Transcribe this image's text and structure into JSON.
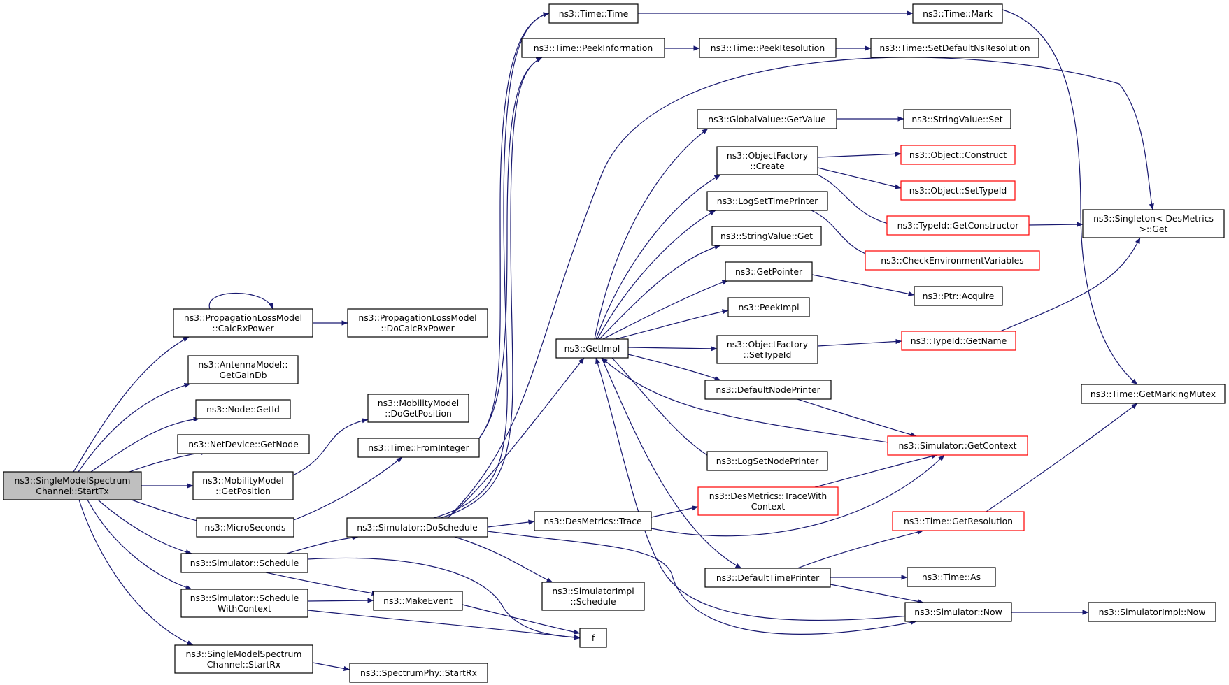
{
  "colors": {
    "edge": "#191970",
    "node_border": "#000000",
    "node_border_incomplete": "#ff0000",
    "root_fill": "#bfbfbf",
    "node_fill": "#ffffff"
  },
  "nodes": {
    "starttx": {
      "lines": [
        "ns3::SingleModelSpectrum",
        "Channel::StartTx"
      ],
      "root": true
    },
    "calcrx": {
      "lines": [
        "ns3::PropagationLossModel",
        "::CalcRxPower"
      ]
    },
    "docalcrx": {
      "lines": [
        "ns3::PropagationLossModel",
        "::DoCalcRxPower"
      ]
    },
    "gaindb": {
      "lines": [
        "ns3::AntennaModel::",
        "GetGainDb"
      ]
    },
    "nodegetid": {
      "lines": [
        "ns3::Node::GetId"
      ]
    },
    "netgetnode": {
      "lines": [
        "ns3::NetDevice::GetNode"
      ]
    },
    "getposition": {
      "lines": [
        "ns3::MobilityModel",
        "::GetPosition"
      ]
    },
    "dogetposition": {
      "lines": [
        "ns3::MobilityModel",
        "::DoGetPosition"
      ]
    },
    "microseconds": {
      "lines": [
        "ns3::MicroSeconds"
      ]
    },
    "frominteger": {
      "lines": [
        "ns3::Time::FromInteger"
      ]
    },
    "schedule": {
      "lines": [
        "ns3::Simulator::Schedule"
      ]
    },
    "schedulectx": {
      "lines": [
        "ns3::Simulator::Schedule",
        "WithContext"
      ]
    },
    "startrx": {
      "lines": [
        "ns3::SingleModelSpectrum",
        "Channel::StartRx"
      ]
    },
    "spectrumstartrx": {
      "lines": [
        "ns3::SpectrumPhy::StartRx"
      ]
    },
    "doschedule": {
      "lines": [
        "ns3::Simulator::DoSchedule"
      ]
    },
    "makeevent": {
      "lines": [
        "ns3::MakeEvent"
      ]
    },
    "f": {
      "lines": [
        "f"
      ]
    },
    "implschedule": {
      "lines": [
        "ns3::SimulatorImpl",
        "::Schedule"
      ]
    },
    "dmtrace": {
      "lines": [
        "ns3::DesMetrics::Trace"
      ]
    },
    "getimpl": {
      "lines": [
        "ns3::GetImpl"
      ]
    },
    "timetime": {
      "lines": [
        "ns3::Time::Time"
      ]
    },
    "peekinfo": {
      "lines": [
        "ns3::Time::PeekInformation"
      ]
    },
    "peekres": {
      "lines": [
        "ns3::Time::PeekResolution"
      ]
    },
    "setdefns": {
      "lines": [
        "ns3::Time::SetDefaultNsResolution"
      ]
    },
    "mark": {
      "lines": [
        "ns3::Time::Mark"
      ]
    },
    "gvgetvalue": {
      "lines": [
        "ns3::GlobalValue::GetValue"
      ]
    },
    "svset": {
      "lines": [
        "ns3::StringValue::Set"
      ]
    },
    "ofcreate": {
      "lines": [
        "ns3::ObjectFactory",
        "::Create"
      ]
    },
    "objconstruct": {
      "lines": [
        "ns3::Object::Construct"
      ],
      "incomplete": true
    },
    "objsettypeid": {
      "lines": [
        "ns3::Object::SetTypeId"
      ],
      "incomplete": true
    },
    "getconstructor": {
      "lines": [
        "ns3::TypeId::GetConstructor"
      ],
      "incomplete": true
    },
    "logsettime": {
      "lines": [
        "ns3::LogSetTimePrinter"
      ]
    },
    "checkenv": {
      "lines": [
        "ns3::CheckEnvironmentVariables"
      ],
      "incomplete": true
    },
    "svget": {
      "lines": [
        "ns3::StringValue::Get"
      ]
    },
    "getpointer": {
      "lines": [
        "ns3::GetPointer"
      ]
    },
    "ptracquire": {
      "lines": [
        "ns3::Ptr::Acquire"
      ]
    },
    "peekimpl": {
      "lines": [
        "ns3::PeekImpl"
      ]
    },
    "ofsettypeid": {
      "lines": [
        "ns3::ObjectFactory",
        "::SetTypeId"
      ]
    },
    "typeidgetname": {
      "lines": [
        "ns3::TypeId::GetName"
      ],
      "incomplete": true
    },
    "defnodeprinter": {
      "lines": [
        "ns3::DefaultNodePrinter"
      ]
    },
    "getcontext": {
      "lines": [
        "ns3::Simulator::GetContext"
      ],
      "incomplete": true
    },
    "logsetnode": {
      "lines": [
        "ns3::LogSetNodePrinter"
      ]
    },
    "tracewithctx": {
      "lines": [
        "ns3::DesMetrics::TraceWith",
        "Context"
      ],
      "incomplete": true
    },
    "getresolution": {
      "lines": [
        "ns3::Time::GetResolution"
      ],
      "incomplete": true
    },
    "deftimeprinter": {
      "lines": [
        "ns3::DefaultTimePrinter"
      ]
    },
    "timeas": {
      "lines": [
        "ns3::Time::As"
      ]
    },
    "simnow": {
      "lines": [
        "ns3::Simulator::Now"
      ]
    },
    "implnow": {
      "lines": [
        "ns3::SimulatorImpl::Now"
      ]
    },
    "singletonget": {
      "lines": [
        "ns3::Singleton< DesMetrics",
        ">::Get"
      ]
    },
    "markingmutex": {
      "lines": [
        "ns3::Time::GetMarkingMutex"
      ]
    }
  }
}
